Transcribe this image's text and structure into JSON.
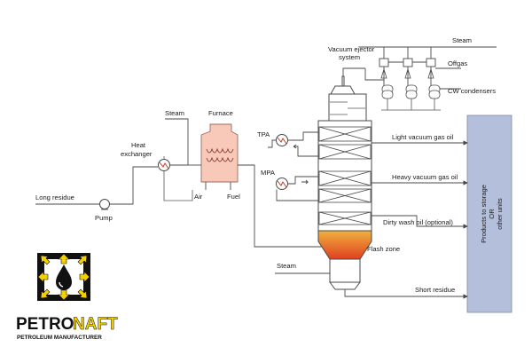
{
  "diagram": {
    "labels": {
      "long_residue": "Long residue",
      "pump": "Pump",
      "heat_exchanger_line1": "Heat",
      "heat_exchanger_line2": "exchanger",
      "steam_furnace": "Steam",
      "furnace": "Furnace",
      "air": "Air",
      "fuel": "Fuel",
      "tpa": "TPA",
      "mpa": "MPA",
      "vacuum_ejector_line1": "Vacuum ejector",
      "vacuum_ejector_line2": "system",
      "steam_top": "Steam",
      "offgas": "Offgas",
      "cw_condensers": "CW condensers",
      "light_vgo": "Light vacuum gas oil",
      "heavy_vgo": "Heavy vacuum gas oil",
      "dirty_wash_oil": "Dirty wash oil (optional)",
      "flash_zone": "Flash zone",
      "steam_bottom": "Steam",
      "short_residue": "Short residue",
      "products_line1": "Products to storage",
      "products_line2": "OR",
      "products_line3": "other units"
    },
    "colors": {
      "furnace_fill": "#f8c9b8",
      "products_box": "#b4bfdb",
      "flash_top": "#f0b040",
      "flash_bottom": "#e04020",
      "line": "#4a4a4a"
    }
  },
  "logo": {
    "brand_part1": "PETRO",
    "brand_part2": "NAFT",
    "tagline": "PETROLEUM MANUFACTURER",
    "icon": "oil-drop-arrows-icon",
    "colors": {
      "yellow": "#f5d000",
      "black": "#111111"
    }
  }
}
